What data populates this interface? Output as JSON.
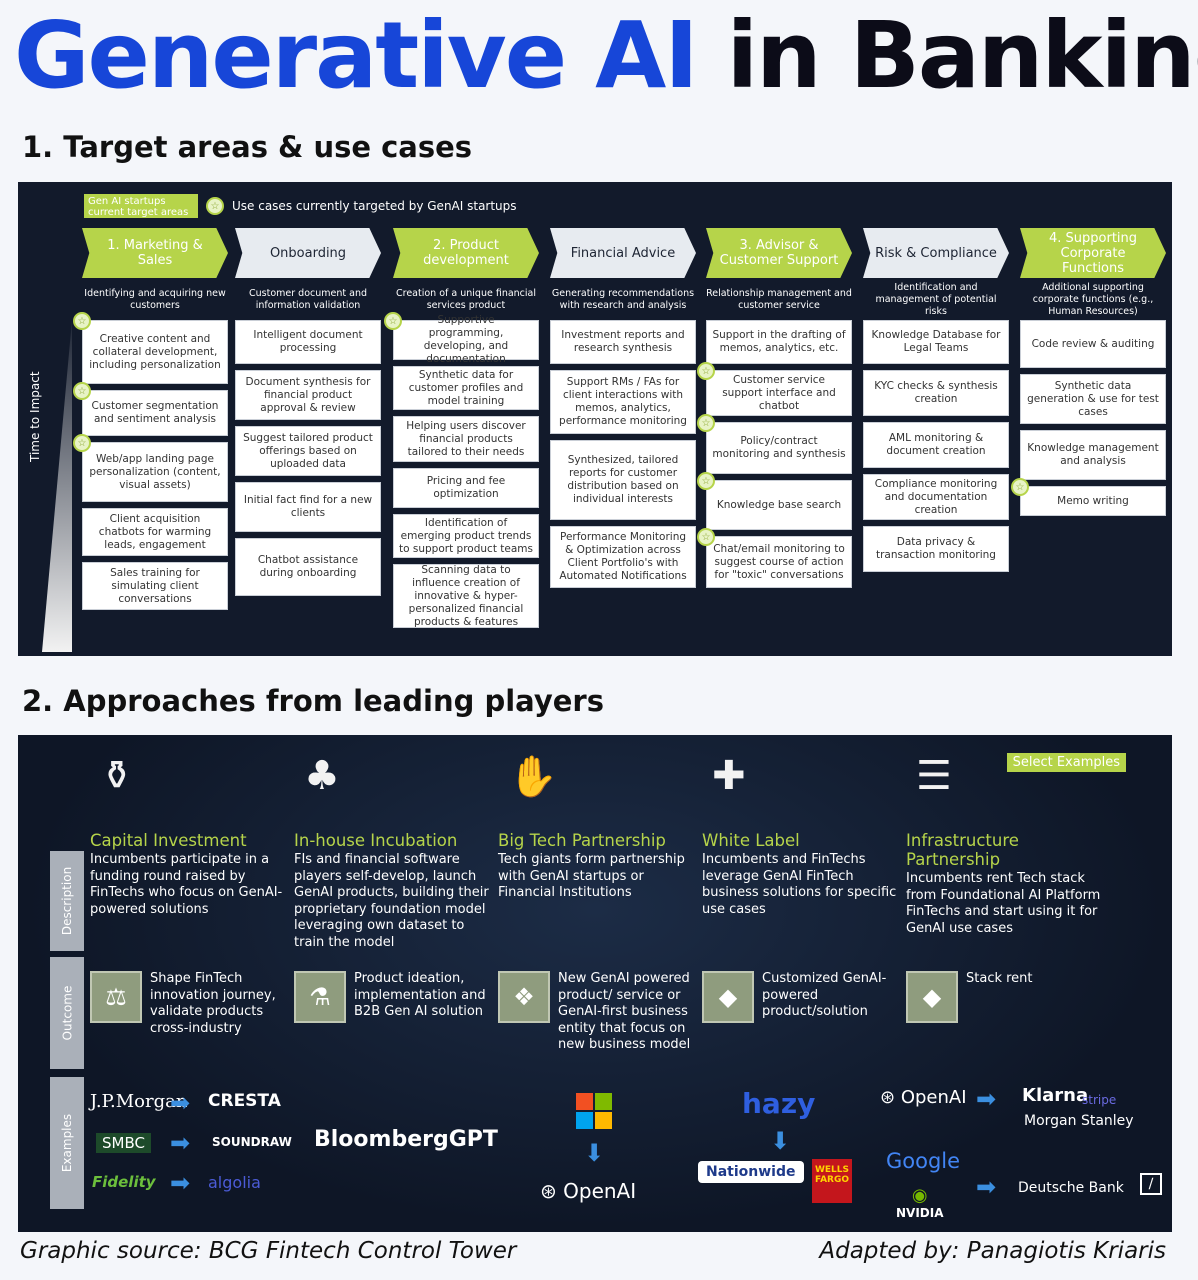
{
  "title": {
    "part1": "Generative AI",
    "part2": "in Banking"
  },
  "section1": {
    "heading": "1. Target areas & use cases",
    "legend_swatch": "Gen AI startups current target areas",
    "legend_text": "Use cases currently  targeted by GenAI startups",
    "time_label": "Time to Impact",
    "columns": [
      {
        "head": "1. Marketing & Sales",
        "style": "green",
        "sub": "Identifying and acquiring new customers",
        "cards": [
          {
            "text": "Creative content and collateral development, including personalization",
            "star": true,
            "h": 64
          },
          {
            "text": "Customer segmentation and sentiment analysis",
            "star": true,
            "h": 46
          },
          {
            "text": "Web/app landing page personalization (content, visual assets)",
            "star": true,
            "h": 60
          },
          {
            "text": "Client acquisition chatbots for warming leads, engagement",
            "star": false,
            "h": 48
          },
          {
            "text": "Sales training for simulating client conversations",
            "star": false,
            "h": 48
          }
        ]
      },
      {
        "head": "Onboarding",
        "style": "grey",
        "sub": "Customer document and information validation",
        "cards": [
          {
            "text": "Intelligent document processing",
            "star": false,
            "h": 44
          },
          {
            "text": "Document synthesis for financial product approval & review",
            "star": false,
            "h": 50
          },
          {
            "text": "Suggest tailored product offerings based on uploaded data",
            "star": false,
            "h": 50
          },
          {
            "text": "Initial fact find for a new clients",
            "star": false,
            "h": 50
          },
          {
            "text": "Chatbot assistance during onboarding",
            "star": false,
            "h": 58
          }
        ]
      },
      {
        "head": "2. Product development",
        "style": "green",
        "sub": "Creation of a unique financial services product",
        "cards": [
          {
            "text": "Supportive programming, developing, and documentation",
            "star": true,
            "h": 40
          },
          {
            "text": "Synthetic data for customer profiles and model training",
            "star": false,
            "h": 44
          },
          {
            "text": "Helping users discover financial products tailored to their needs",
            "star": false,
            "h": 46
          },
          {
            "text": "Pricing and fee optimization",
            "star": false,
            "h": 40
          },
          {
            "text": "Identification of emerging product trends to support product teams",
            "star": false,
            "h": 44
          },
          {
            "text": "Scanning data to influence creation of innovative & hyper-personalized financial products & features",
            "star": false,
            "h": 64
          }
        ]
      },
      {
        "head": "Financial Advice",
        "style": "grey",
        "sub": "Generating recommendations with research and analysis",
        "cards": [
          {
            "text": "Investment reports and research synthesis",
            "star": false,
            "h": 44
          },
          {
            "text": "Support RMs / FAs for client interactions with memos, analytics, performance monitoring",
            "star": false,
            "h": 64
          },
          {
            "text": "Synthesized, tailored reports for customer distribution based on individual interests",
            "star": false,
            "h": 80
          },
          {
            "text": "Performance Monitoring & Optimization across Client Portfolio's with Automated Notifications",
            "star": false,
            "h": 62
          }
        ]
      },
      {
        "head": "3. Advisor & Customer Support",
        "style": "green",
        "sub": "Relationship management and customer service",
        "cards": [
          {
            "text": "Support in the drafting of memos, analytics, etc.",
            "star": false,
            "h": 44
          },
          {
            "text": "Customer service support interface and chatbot",
            "star": true,
            "h": 46
          },
          {
            "text": "Policy/contract monitoring and synthesis",
            "star": true,
            "h": 52
          },
          {
            "text": "Knowledge base search",
            "star": true,
            "h": 50
          },
          {
            "text": "Chat/email monitoring to suggest course of action for \"toxic\" conversations",
            "star": true,
            "h": 52
          }
        ]
      },
      {
        "head": "Risk & Compliance",
        "style": "grey",
        "sub": "Identification and management of potential risks",
        "cards": [
          {
            "text": "Knowledge Database for Legal Teams",
            "star": false,
            "h": 44
          },
          {
            "text": "KYC checks & synthesis creation",
            "star": false,
            "h": 46
          },
          {
            "text": "AML monitoring & document creation",
            "star": false,
            "h": 46
          },
          {
            "text": "Compliance monitoring and documentation creation",
            "star": false,
            "h": 46
          },
          {
            "text": "Data privacy & transaction monitoring",
            "star": false,
            "h": 46
          }
        ]
      },
      {
        "head": "4. Supporting Corporate Functions",
        "style": "green",
        "sub": "Additional supporting corporate functions (e.g., Human Resources)",
        "cards": [
          {
            "text": "Code review & auditing",
            "star": false,
            "h": 48
          },
          {
            "text": "Synthetic data generation & use for test cases",
            "star": false,
            "h": 50
          },
          {
            "text": "Knowledge management and analysis",
            "star": false,
            "h": 50
          },
          {
            "text": "Memo writing",
            "star": true,
            "h": 30
          }
        ]
      }
    ]
  },
  "section2": {
    "heading": "2. Approaches from leading players",
    "select_examples": "Select Examples",
    "tabs": {
      "description": "Description",
      "outcome": "Outcome",
      "examples": "Examples"
    },
    "approaches": [
      {
        "icon": "⚱",
        "title": "Capital Investment",
        "desc": "Incumbents participate in a funding round raised by FinTechs who focus on GenAI-powered solutions",
        "outcome_icon": "⚖",
        "outcome": "Shape FinTech innovation journey, validate products cross-industry"
      },
      {
        "icon": "♣",
        "title": "In-house Incubation",
        "desc": "FIs and financial software players self-develop, launch GenAI products, building their proprietary foundation model leveraging own dataset to train the model",
        "outcome_icon": "⚗",
        "outcome": "Product ideation, implementation and B2B Gen AI solution"
      },
      {
        "icon": "✋",
        "title": "Big Tech Partnership",
        "desc": "Tech giants form partnership with GenAI startups or Financial Institutions",
        "outcome_icon": "❖",
        "outcome": "New GenAI powered product/ service or GenAI-first business entity that focus on new business model"
      },
      {
        "icon": "✚",
        "title": "White Label",
        "desc": "Incumbents and FinTechs leverage GenAI FinTech business solutions for specific use cases",
        "outcome_icon": "◆",
        "outcome": "Customized GenAI-powered product/solution"
      },
      {
        "icon": "☰",
        "title": "Infrastructure Partnership",
        "desc": "Incumbents rent Tech stack from Foundational AI Platform FinTechs and start using it for GenAI use cases",
        "outcome_icon": "◆",
        "outcome": "Stack rent"
      }
    ],
    "examples": {
      "jpmorgan": "J.P.Morgan",
      "cresta": "CRESTA",
      "smbc": "SMBC",
      "soundraw": "SOUNDRAW",
      "fidelity": "Fidelity",
      "algolia": "algolia",
      "bloomberggpt": "BloombergGPT",
      "openai_msft": "OpenAI",
      "hazy": "hazy",
      "nationwide": "Nationwide",
      "wellsfargo": "WELLS FARGO",
      "openai_infra": "OpenAI",
      "klarna": "Klarna",
      "stripe": "stripe",
      "morganstanley": "Morgan Stanley",
      "google": "Google",
      "nvidia": "NVIDIA",
      "deutschebank": "Deutsche Bank"
    }
  },
  "footer": {
    "source": "Graphic source: BCG Fintech Control Tower",
    "adapted": "Adapted by: Panagiotis Kriaris"
  },
  "colors": {
    "accent_green": "#b6d44a",
    "title_blue": "#1746d8",
    "panel_navy": "#121a2b",
    "arrow_blue": "#3b8fe0"
  }
}
